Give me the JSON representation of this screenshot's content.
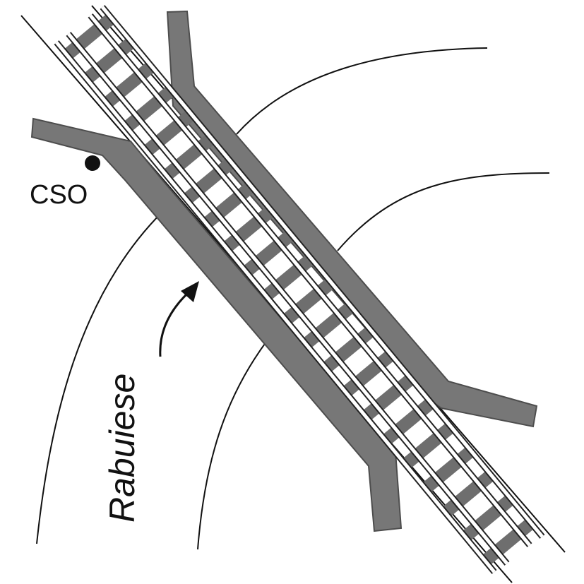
{
  "labels": {
    "cso": "CSO",
    "stream": "Rabuiese"
  },
  "colors": {
    "culvert": "#777777",
    "culvert_stroke": "#4d4d4d",
    "rail": "#ffffff",
    "rail_stroke": "#222222",
    "sleeper": "#6e6e6e",
    "line": "#111111"
  },
  "icons": {
    "cso_marker": "filled-circle",
    "flow_arrow": "curved-arrow"
  }
}
